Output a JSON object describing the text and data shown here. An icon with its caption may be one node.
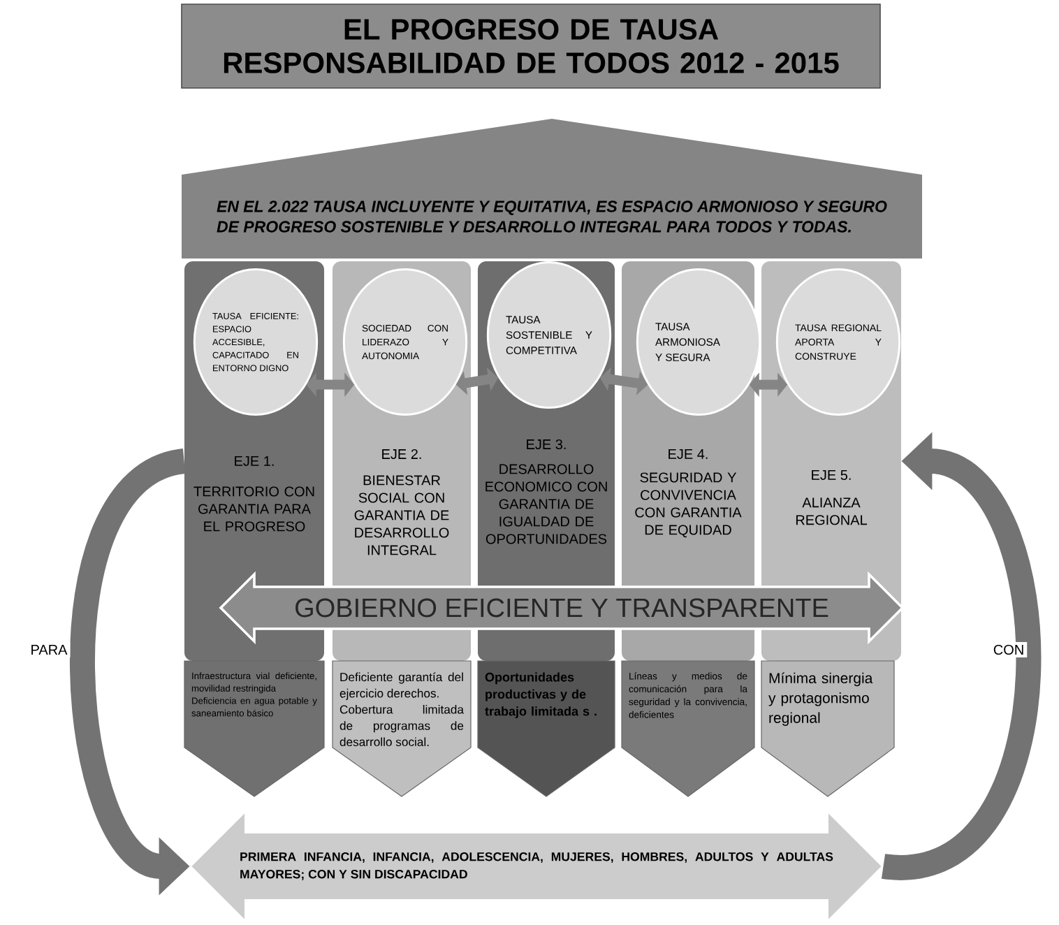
{
  "diagram": {
    "title": "EL PROGRESO DE TAUSA RESPONSABILIDAD DE TODOS 2012 - 2015",
    "nodes": [
      {
        "text": [
          "EN EL 2.022 TAUSA INCLUYENTE Y EQUITATIVA, ES ESPACIO ARMONIOSO Y SEGURO DE PROGRESO SOSTENIBLE Y DESARROLLO INTEGRAL PARA TODOS Y TODAS."
        ]
      },
      {
        "text": [
          "EJE 1.",
          "TERRITORIO CON GARANTIA PARA EL PROGRESO"
        ]
      },
      {
        "text": [
          "TAUSA EFICIENTE: ESPACIO ACCESIBLE, CAPACITADO EN ENTORNO DIGNO"
        ],
        "in": 1
      },
      {
        "text": [
          "EJE 2.",
          "BIENESTAR SOCIAL CON GARANTIA DE DESARROLLO INTEGRAL"
        ]
      },
      {
        "text": [
          "SOCIEDAD CON LIDERAZO Y AUTONOMIA"
        ],
        "in": 3
      },
      {
        "text": [
          "EJE 3.",
          "DESARROLLO ECONOMICO CON GARANTIA DE IGUALDAD DE OPORTUNIDADES"
        ]
      },
      {
        "text": [
          "TAUSA SOSTENIBLE Y COMPETITIVA"
        ],
        "in": 5
      },
      {
        "text": [
          "EJE 4.",
          "SEGURIDAD Y CONVIVENCIA CON GARANTIA DE EQUIDAD"
        ]
      },
      {
        "text": [
          "TAUSA ARMONIOSA Y SEGURA"
        ],
        "in": 7
      },
      {
        "text": [
          "EJE 5.",
          "ALIANZA REGIONAL"
        ]
      },
      {
        "text": [
          "TAUSA REGIONAL APORTA Y CONSTRUYE"
        ],
        "in": 9
      },
      {
        "text": [
          "GOBIERNO EFICIENTE Y TRANSPARENTE"
        ]
      },
      {
        "text": [
          "Infraestructura vial deficiente, movilidad restringida",
          "Deficiencia en agua potable y saneamiento básico"
        ]
      },
      {
        "text": [
          "Deficiente garantía del ejercicio derechos.",
          "Cobertura limitada de programas de desarrollo social."
        ]
      },
      {
        "text": [
          "Oportunidades productivas y de trabajo limitada s ."
        ]
      },
      {
        "text": [
          "Líneas y medios de comunicación para la seguridad y la convivencia, deficientes"
        ]
      },
      {
        "text": [
          "Mínima sinergia y protagonismo regional"
        ]
      },
      {
        "text": [
          "PRIMERA INFANCIA, INFANCIA, ADOLESCENCIA, MUJERES, HOMBRES, ADULTOS Y ADULTAS MAYORES; CON Y SIN DISCAPACIDAD"
        ]
      }
    ],
    "edges": [
      {
        "from": 2,
        "to": 4,
        "arrow": "both"
      },
      {
        "from": 4,
        "to": 6,
        "arrow": "both"
      },
      {
        "from": 6,
        "to": 8,
        "arrow": "both"
      },
      {
        "from": 8,
        "to": 10,
        "arrow": "both"
      },
      {
        "from": 1,
        "to": 17,
        "arrow": "to",
        "label": "PARA",
        "style": "thick"
      },
      {
        "from": 17,
        "to": 9,
        "arrow": "to",
        "label": "CON",
        "style": "thick"
      }
    ]
  }
}
